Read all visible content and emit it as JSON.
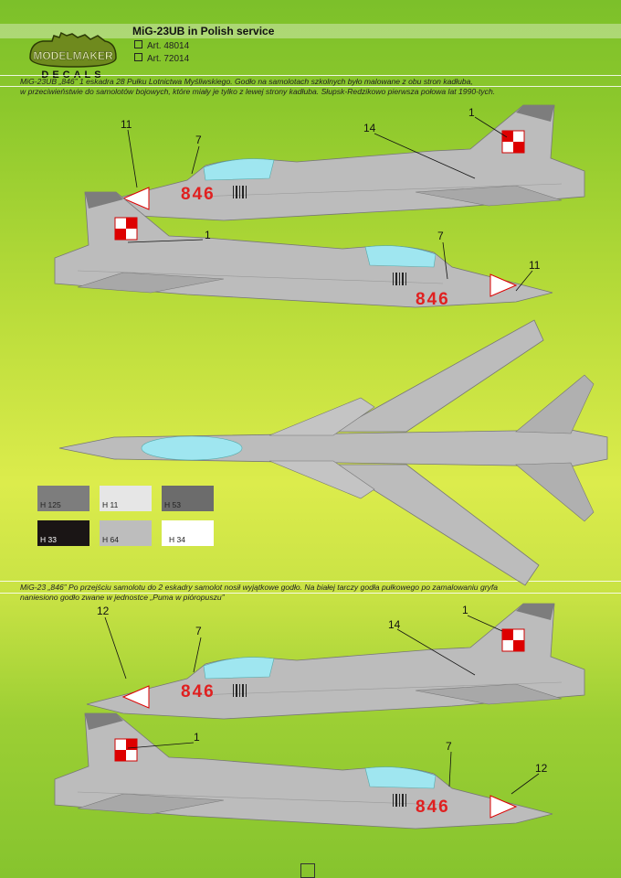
{
  "header": {
    "title": "MiG-23UB in Polish service",
    "articles": [
      "Art. 48014",
      "Art. 72014"
    ],
    "logo_text": [
      "ModelMaker",
      "DECALS"
    ]
  },
  "section1": {
    "description": [
      "MiG-23UB „846” 1 eskadra 28 Pułku Lotnictwa Myśliwskiego. Godło na samolotach szkolnych było malowane z obu stron kadłuba,",
      "w przeciwieństwie do samolotów bojowych, które miały je tylko z lewej strony kadłuba. Słupsk-Redzikowo pierwsza połowa lat 1990-tych."
    ],
    "callouts": {
      "left_profile": [
        "11",
        "7",
        "14",
        "1"
      ],
      "right_profile": [
        "1",
        "7",
        "11"
      ]
    },
    "code": "846"
  },
  "colors": [
    {
      "label": "H 125",
      "color": "#7d7d7d"
    },
    {
      "label": "H 11",
      "color": "#e6e6e6"
    },
    {
      "label": "H 53",
      "color": "#6c6c6c"
    },
    {
      "label": "H 33",
      "color": "#1a1515"
    },
    {
      "label": "H 64",
      "color": "#bdbdbd"
    },
    {
      "label": "H 34",
      "color": "#ffffff"
    }
  ],
  "section2": {
    "description": [
      "MiG-23 „846” Po przejściu samolotu do 2 eskadry samolot nosił wyjątkowe godło. Na białej tarczy godła pułkowego po zamalowaniu gryfa",
      "naniesiono godło zwane w jednostce „Puma w pióropuszu”"
    ],
    "callouts": {
      "left_profile": [
        "12",
        "7",
        "14",
        "1"
      ],
      "right_profile": [
        "1",
        "7",
        "12"
      ]
    },
    "code": "846"
  }
}
